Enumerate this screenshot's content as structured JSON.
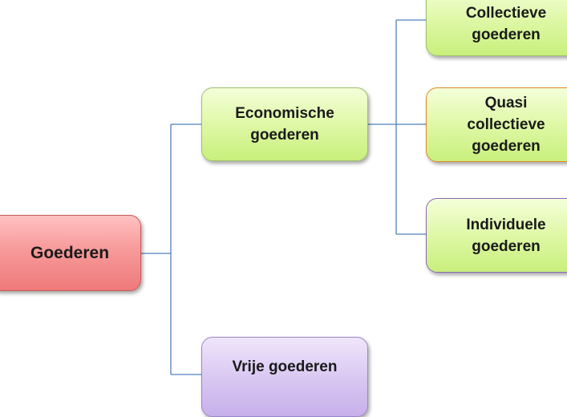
{
  "diagram": {
    "root": {
      "label": "Goederen"
    },
    "economisch": {
      "label": "Economische\ngoederen"
    },
    "vrij": {
      "label": "Vrije goederen"
    },
    "collectief": {
      "label": "Collectieve\ngoederen"
    },
    "quasi": {
      "label": "Quasi\ncollectieve\ngoederen"
    },
    "individueel": {
      "label": "Individuele\ngoederen"
    }
  },
  "colors": {
    "connector": "#4f81bd",
    "root_fill": "#f79a9a",
    "economic_fill": "#def8a6",
    "free_fill": "#d8c6f1",
    "collective_border": "#9ebf6c",
    "quasi_border": "#e08a2c",
    "individual_border": "#8a6bb6"
  }
}
